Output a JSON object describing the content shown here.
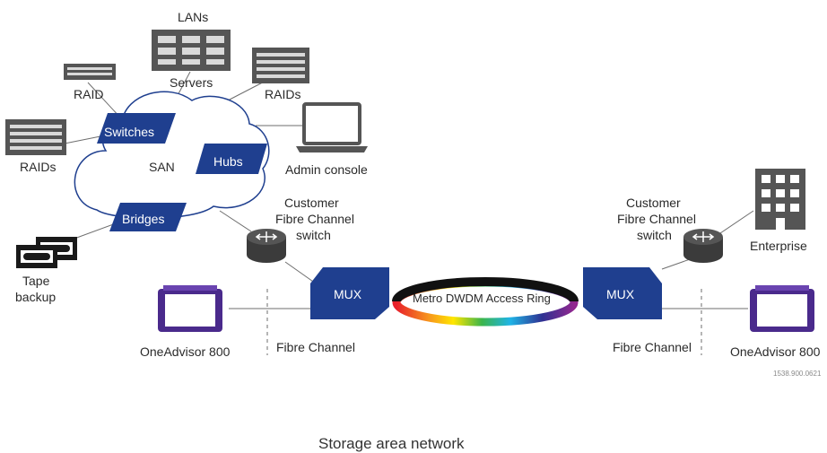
{
  "labels": {
    "lans": "LANs",
    "raid": "RAID",
    "servers": "Servers",
    "raids_top": "RAIDs",
    "raids_left": "RAIDs",
    "switches": "Switches",
    "san": "SAN",
    "hubs": "Hubs",
    "bridges": "Bridges",
    "admin_console": "Admin console",
    "tape_backup_line1": "Tape",
    "tape_backup_line2": "backup",
    "customer_switch_left": [
      "Customer",
      "Fibre Channel",
      "switch"
    ],
    "customer_switch_right": [
      "Customer",
      "Fibre Channel",
      "switch"
    ],
    "enterprise": "Enterprise",
    "mux_left": "MUX",
    "mux_right": "MUX",
    "ring": "Metro DWDM Access Ring",
    "oneadvisor_left": "OneAdvisor 800",
    "oneadvisor_right": "OneAdvisor 800",
    "fibre_channel_left": "Fibre Channel",
    "fibre_channel_right": "Fibre Channel",
    "doc_id": "1538.900.0621",
    "caption": "Storage area network"
  },
  "colors": {
    "accent_blue": "#1f3f8f",
    "device_gray": "#555555",
    "tester_purple": "#4a2a8c",
    "cloud_stroke": "#1f3f8f"
  }
}
